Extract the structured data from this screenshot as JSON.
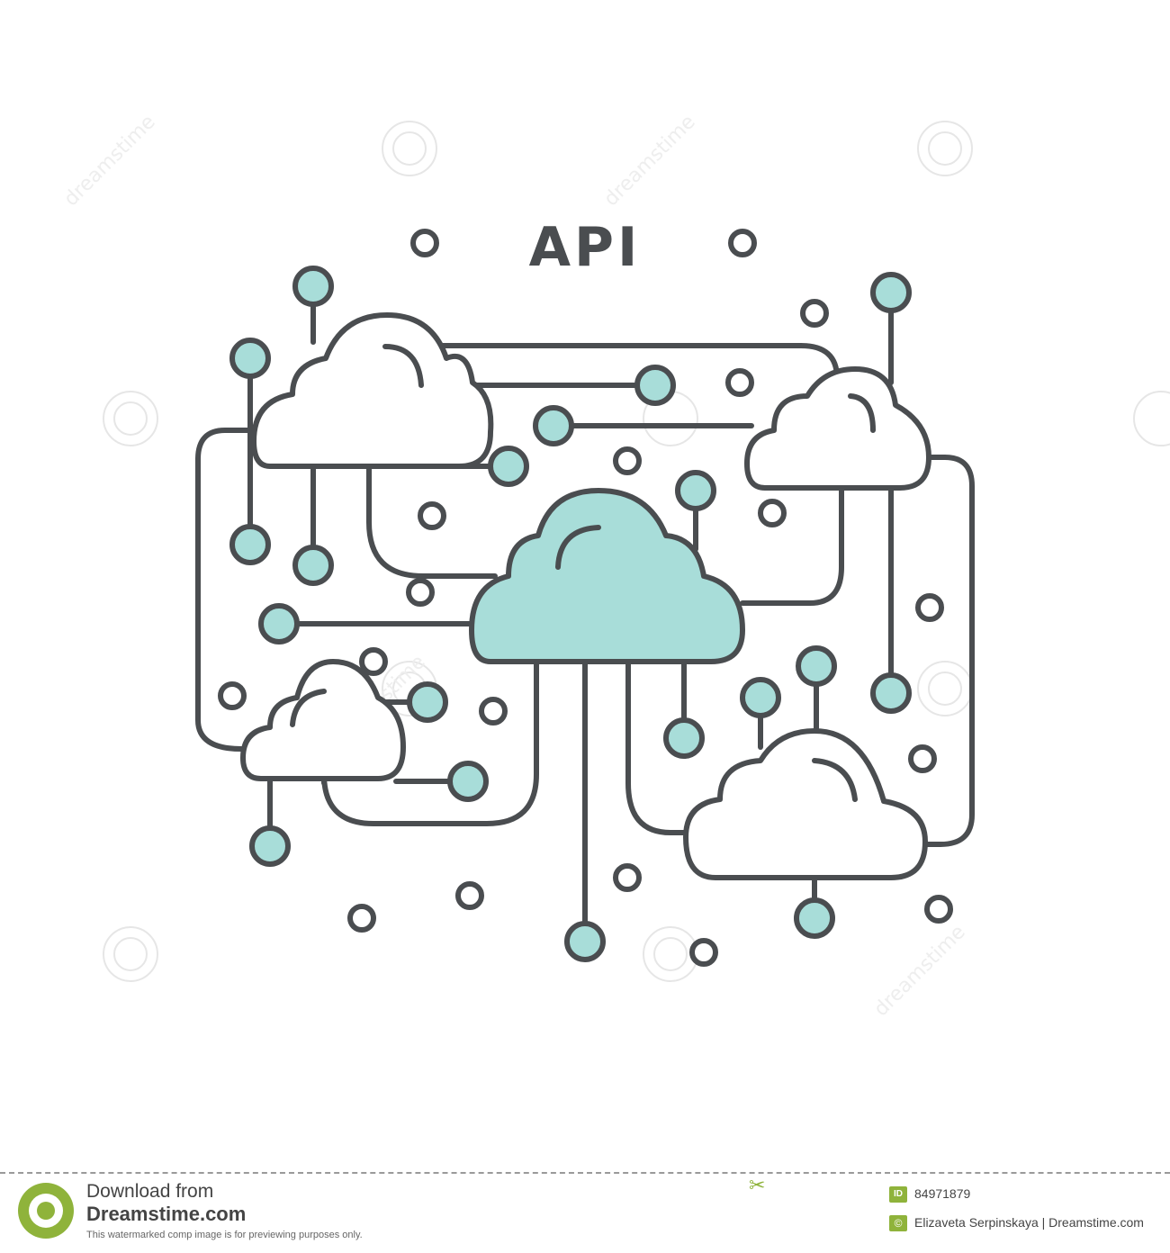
{
  "illustration": {
    "title": "API",
    "colors": {
      "stroke": "#4a4d50",
      "accent": "#a8ddd9",
      "background": "#ffffff"
    },
    "icons": [
      "cloud-icon",
      "network-node-icon"
    ]
  },
  "watermark": {
    "text": "dreamstime"
  },
  "footer": {
    "download_from": "Download from",
    "site": "Dreamstime.com",
    "note": "This watermarked comp image is for previewing purposes only.",
    "id_label": "ID",
    "id_value": "84971879",
    "copyright_symbol": "©",
    "credit": "Elizaveta Serpinskaya | Dreamstime.com",
    "brand_color": "#8fb33b"
  }
}
